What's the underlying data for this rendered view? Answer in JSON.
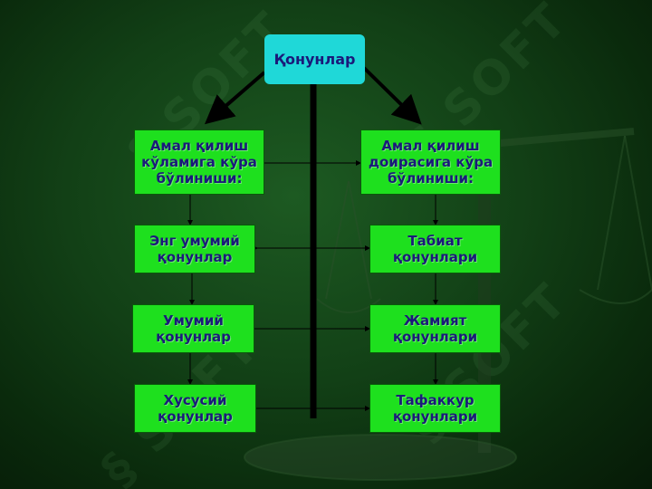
{
  "root": "Қонунлар",
  "left_boxes": [
    "Амал қилиш\nкўламига кўра\nбўлиниши:",
    "Энг умумий\nқонунлар",
    "Умумий\nқонунлар",
    "Хусусий\nқонунлар"
  ],
  "right_boxes": [
    "Амал қилиш\nдоирасига кўра\nбўлиниши:",
    "Табиат\nқонунлари",
    "Жамият\nқонунлари",
    "Тафаккур\nқонунлари"
  ],
  "colors": {
    "box": "#1ee01e",
    "root": "#1fd8d8",
    "text": "#1a1a7a"
  }
}
